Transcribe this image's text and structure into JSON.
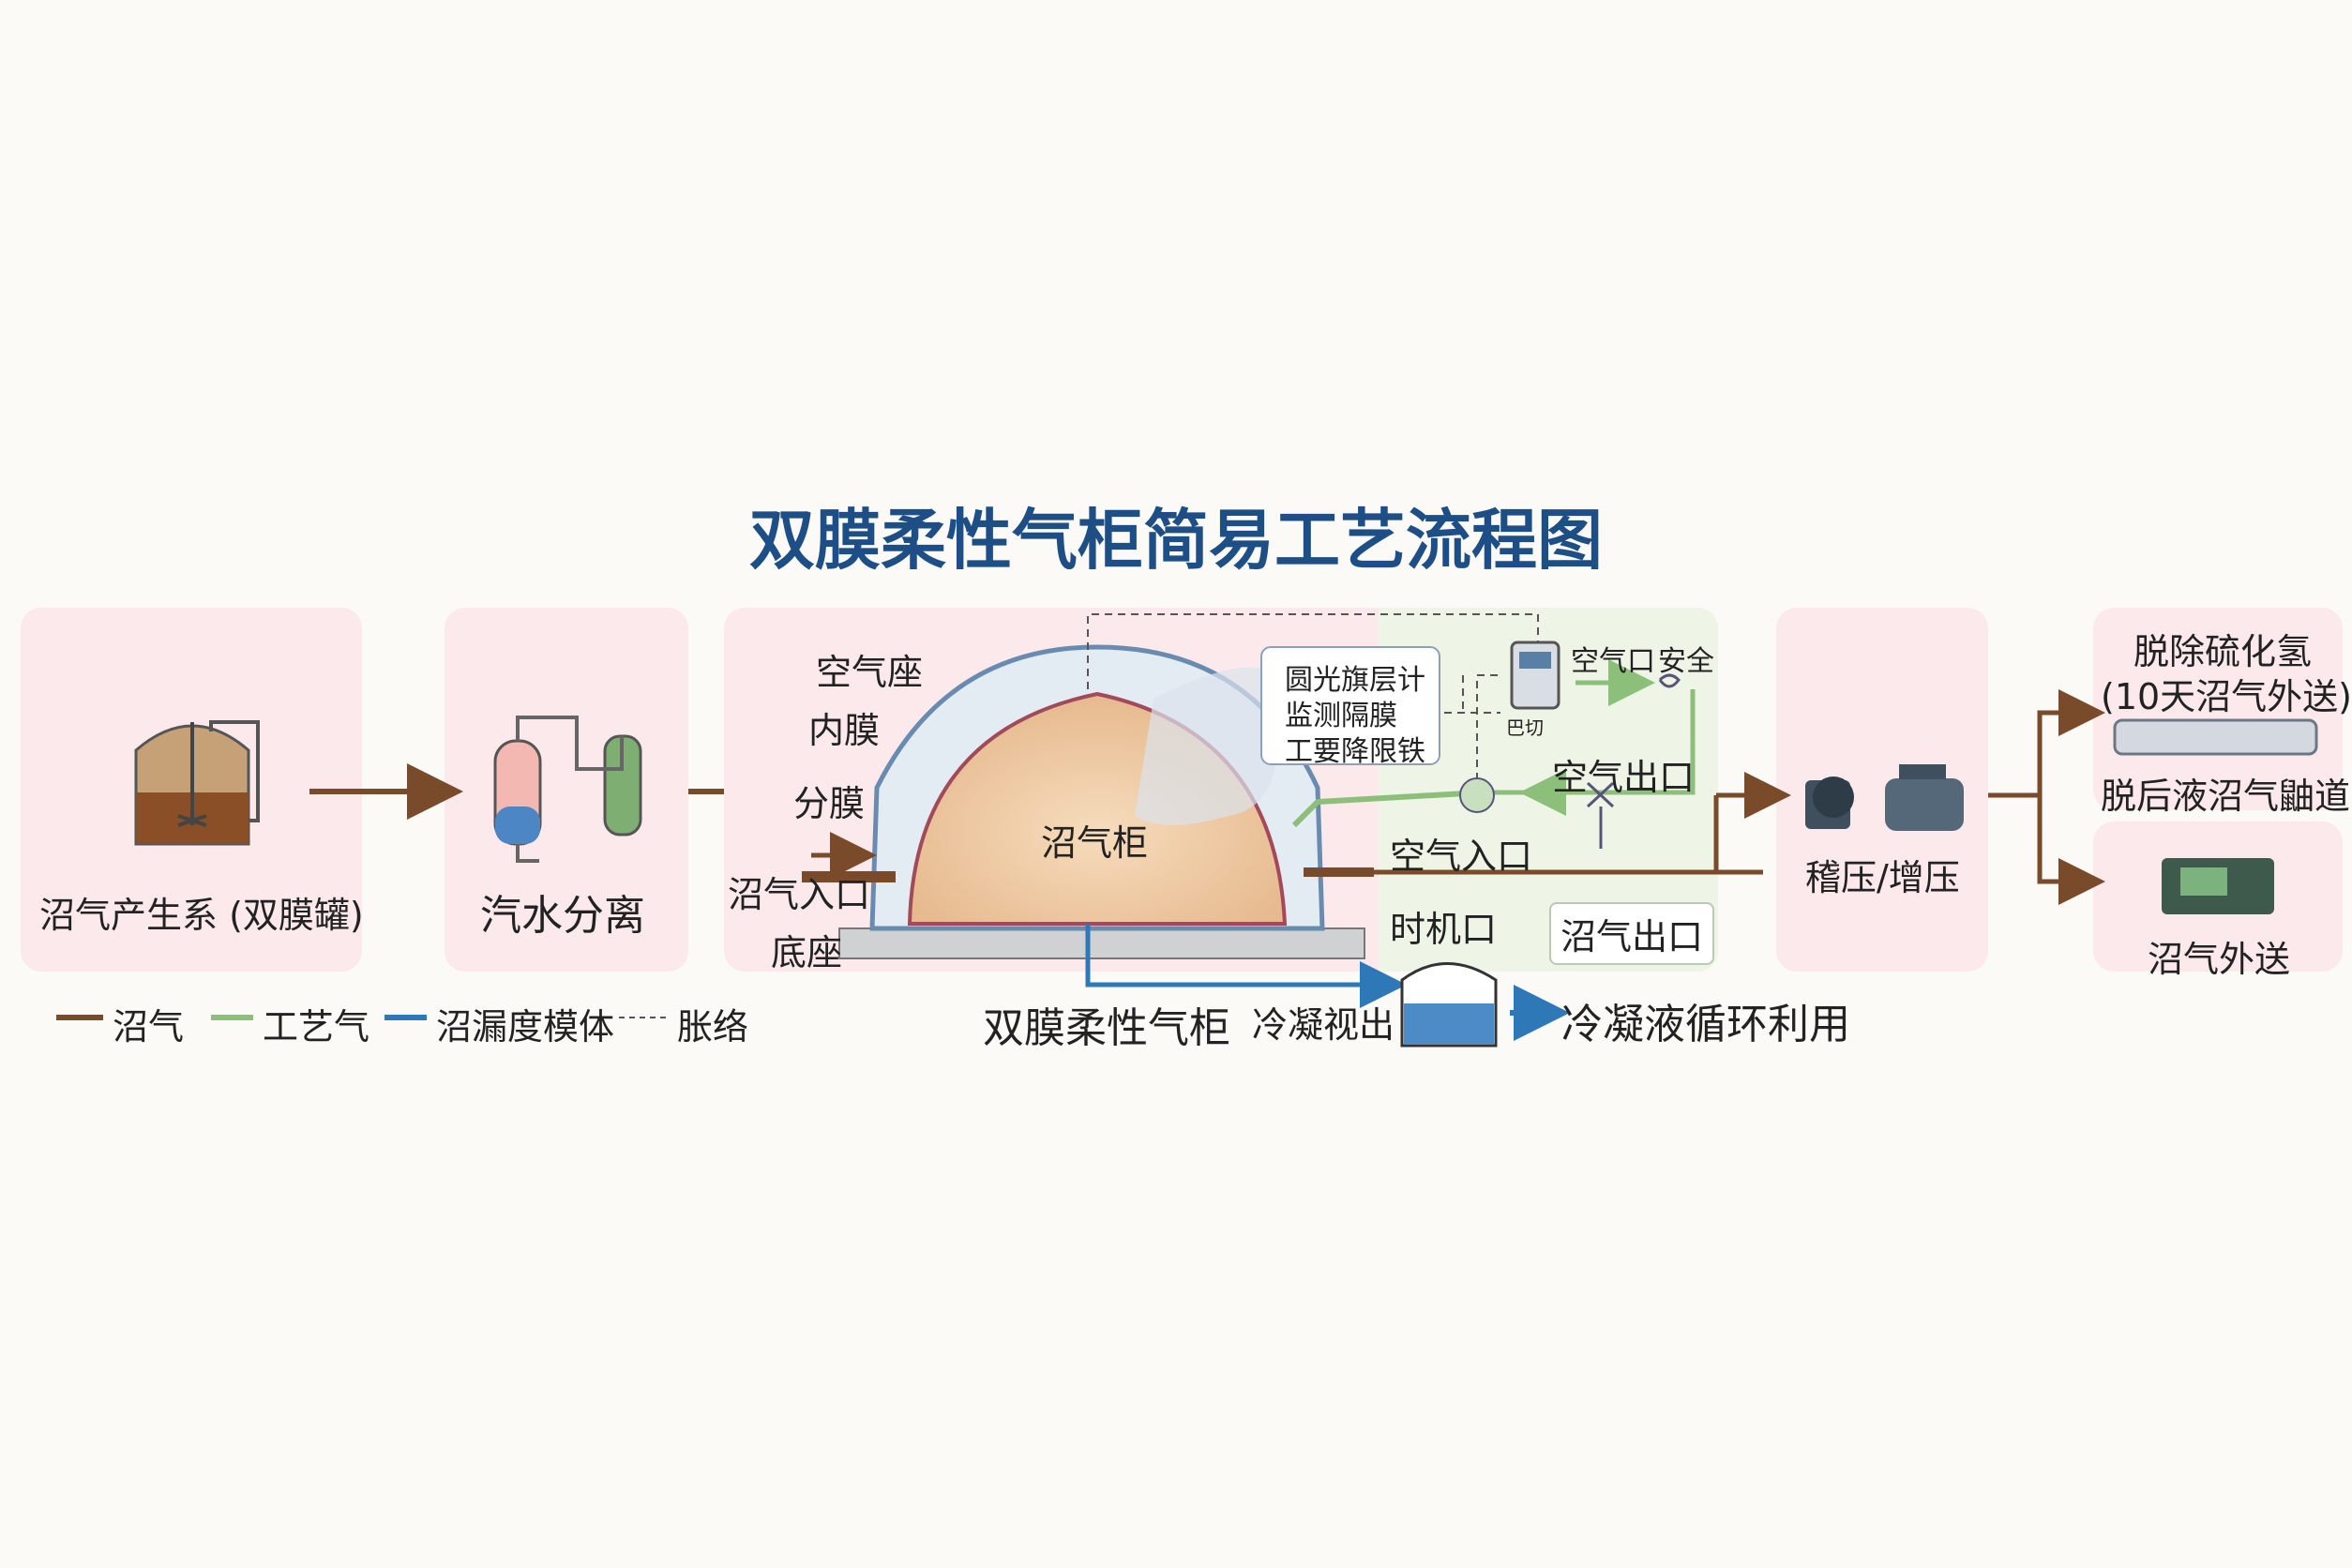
{
  "title": "双膜柔性气柜简易工艺流程图",
  "stages": {
    "digester": "沼气产生系 (双膜罐)",
    "separator": "汽水分离",
    "holder_caption": "双膜柔性气柜",
    "compressor": "稽压/‌增压",
    "desulfur_line1": "脱除硫化氢",
    "desulfur_line2": "(10天沼气外送)",
    "desulfur_line3": "脱后液沼气鼬道",
    "export": "沼气外送"
  },
  "holder": {
    "air_chamber": "空气座",
    "inner_membrane": "内膜",
    "divider": "分膜",
    "gas_inlet": "沼气入口",
    "base": "底座",
    "center": "沼气柜",
    "air_port": "空气口",
    "safety": "安全",
    "air_outlet": "空气出口",
    "air_inlet": "空气入口",
    "timer_port": "时机口",
    "gas_outlet": "沼气出口",
    "controller_label": "巴切",
    "callout_line1": "圆光旗层计",
    "callout_line2": "监测隔膜",
    "callout_line3": "工要降限铁"
  },
  "condensate": {
    "drain": "冷凝视出",
    "reuse": "冷凝液循环利用"
  },
  "legend": {
    "biogas": "沼气",
    "process_gas": "工艺气",
    "condensate": "沼漏度模体",
    "signal": "胀络"
  },
  "colors": {
    "biogas": "#7a4b2a",
    "process_gas": "#8cc07a",
    "condensate": "#2f78b8",
    "panel": "#fbe9ec",
    "title": "#1d4f86"
  }
}
